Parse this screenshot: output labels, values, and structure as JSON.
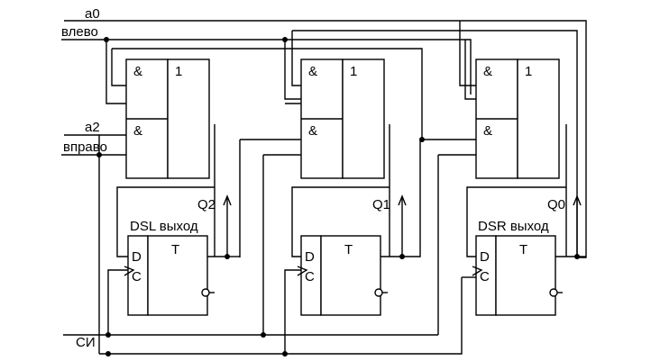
{
  "inputs": {
    "a0": "a0",
    "left": "влево",
    "a2": "a2",
    "right": "вправо",
    "clock": "СИ"
  },
  "gates": {
    "and": "&",
    "or": "1"
  },
  "flipflops": {
    "type": "T",
    "d_pin": "D",
    "c_pin": "C"
  },
  "outputs": {
    "q2": "Q2",
    "q1": "Q1",
    "q0": "Q0",
    "dsl": "DSL выход",
    "dsr": "DSR выход"
  }
}
